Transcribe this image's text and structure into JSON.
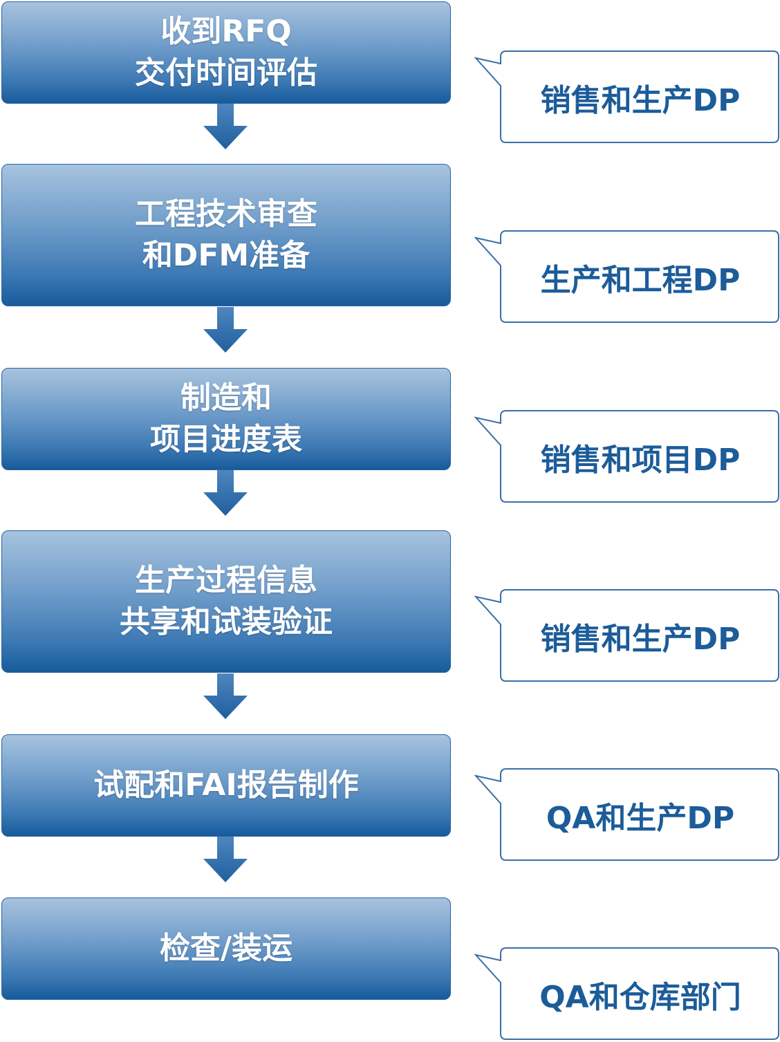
{
  "steps": [
    {
      "line1": "收到RFQ",
      "line2": "交付时间评估"
    },
    {
      "line1": "工程技术审查",
      "line2": "和DFM准备"
    },
    {
      "line1": "制造和",
      "line2": "项目进度表"
    },
    {
      "line1": "生产过程信息",
      "line2": "共享和试装验证"
    },
    {
      "line1": "试配和FAI报告制作"
    },
    {
      "line1": "检查/装运"
    }
  ],
  "responsibles": [
    "销售和生产DP",
    "生产和工程DP",
    "销售和项目DP",
    "销售和生产DP",
    "QA和生产DP",
    "QA和仓库部门"
  ],
  "colors": {
    "box_top": "#a7c3de",
    "box_bottom": "#175b9c",
    "callout_border": "#3b6ea6",
    "callout_text": "#1c5c99"
  }
}
